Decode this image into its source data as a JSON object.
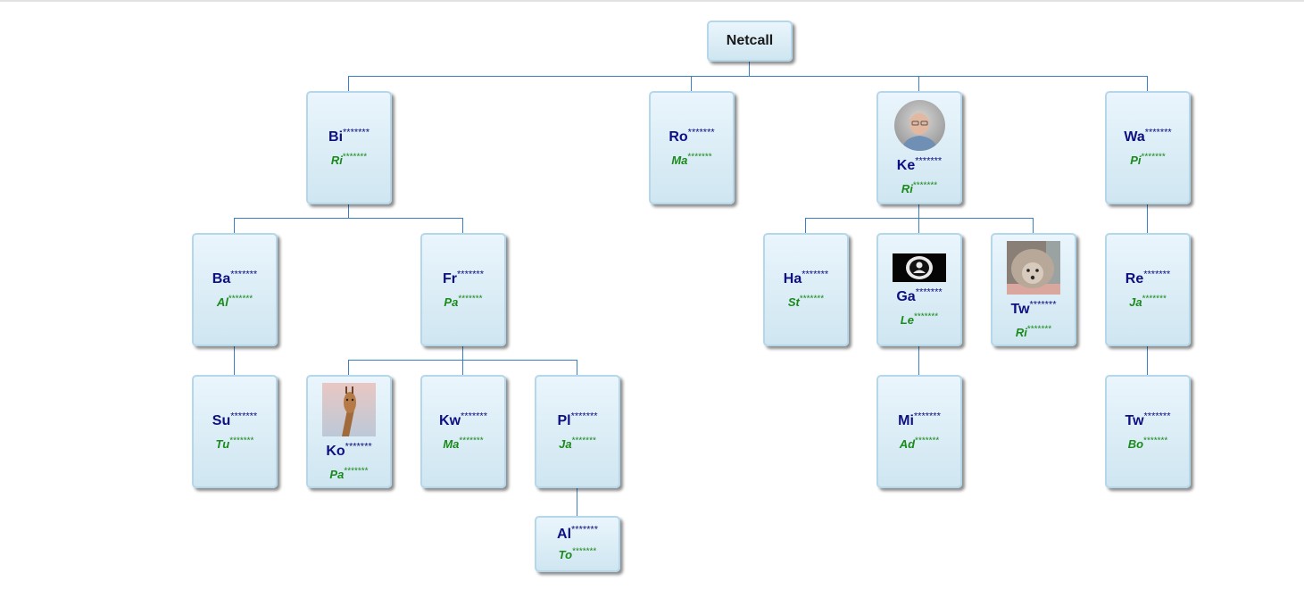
{
  "chart": {
    "title": "Org chart",
    "colors": {
      "connector": "#3a7fc4",
      "name": "#0f0f82",
      "role": "#1a8a1a",
      "card_border": "#b5d7ea"
    },
    "nodes": [
      {
        "id": "root",
        "name": "Netcall",
        "mask": "",
        "role": "",
        "parent": null,
        "photo": null
      },
      {
        "id": "bi",
        "name": "Bi",
        "mask": "*******",
        "role": "Ri",
        "role_mask": "*******",
        "parent": "root",
        "photo": null
      },
      {
        "id": "ro",
        "name": "Ro",
        "mask": "*******",
        "role": "Ma",
        "role_mask": "*******",
        "parent": "root",
        "photo": null
      },
      {
        "id": "ke",
        "name": "Ke",
        "mask": "*******",
        "role": "Ri",
        "role_mask": "*******",
        "parent": "root",
        "photo": "person-photo"
      },
      {
        "id": "wa",
        "name": "Wa",
        "mask": "*******",
        "role": "Pi",
        "role_mask": "*******",
        "parent": "root",
        "photo": null
      },
      {
        "id": "ba",
        "name": "Ba",
        "mask": "*******",
        "role": "Al",
        "role_mask": "*******",
        "parent": "bi",
        "photo": null
      },
      {
        "id": "fr",
        "name": "Fr",
        "mask": "*******",
        "role": "Pa",
        "role_mask": "*******",
        "parent": "bi",
        "photo": null
      },
      {
        "id": "ha",
        "name": "Ha",
        "mask": "*******",
        "role": "St",
        "role_mask": "*******",
        "parent": "ke",
        "photo": null
      },
      {
        "id": "ga",
        "name": "Ga",
        "mask": "*******",
        "role": "Le",
        "role_mask": "*******",
        "parent": "ke",
        "photo": "avatar-placeholder"
      },
      {
        "id": "tw1",
        "name": "Tw",
        "mask": "*******",
        "role": "Ri",
        "role_mask": "*******",
        "parent": "ke",
        "photo": "hedgehog-photo"
      },
      {
        "id": "re",
        "name": "Re",
        "mask": "*******",
        "role": "Ja",
        "role_mask": "*******",
        "parent": "wa",
        "photo": null
      },
      {
        "id": "su",
        "name": "Su",
        "mask": "*******",
        "role": "Tu",
        "role_mask": "*******",
        "parent": "ba",
        "photo": null
      },
      {
        "id": "ko",
        "name": "Ko",
        "mask": "*******",
        "role": "Pa",
        "role_mask": "*******",
        "parent": "fr",
        "photo": "giraffe-photo"
      },
      {
        "id": "kw",
        "name": "Kw",
        "mask": "*******",
        "role": "Ma",
        "role_mask": "*******",
        "parent": "fr",
        "photo": null
      },
      {
        "id": "pl",
        "name": "Pl",
        "mask": "*******",
        "role": "Ja",
        "role_mask": "*******",
        "parent": "fr",
        "photo": null
      },
      {
        "id": "mi",
        "name": "Mi",
        "mask": "*******",
        "role": "Ad",
        "role_mask": "*******",
        "parent": "ga",
        "photo": null
      },
      {
        "id": "tw2",
        "name": "Tw",
        "mask": "*******",
        "role": "Bo",
        "role_mask": "*******",
        "parent": "re",
        "photo": null
      },
      {
        "id": "al",
        "name": "Al",
        "mask": "*******",
        "role": "To",
        "role_mask": "*******",
        "parent": "pl",
        "photo": null
      }
    ]
  }
}
